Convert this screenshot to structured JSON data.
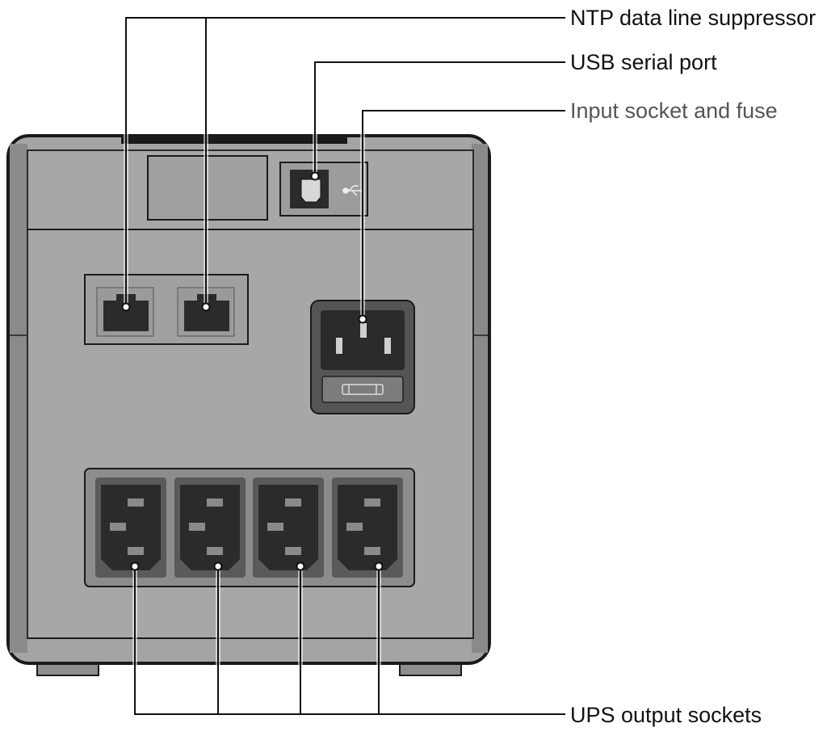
{
  "callouts": {
    "ntp_suppressor": "NTP data line suppressor",
    "usb_port": "USB serial port",
    "input_socket": "Input socket and fuse",
    "output_sockets": "UPS output sockets"
  },
  "colors": {
    "case_body": "#a4a4a4",
    "case_outline": "#1a1a1a",
    "socket_dark": "#2b2b2b",
    "panel_bg": "#8c8c8c",
    "leader_line": "#111111"
  },
  "icons": {
    "usb": "usb-symbol-icon",
    "fuse": "fuse-icon"
  }
}
